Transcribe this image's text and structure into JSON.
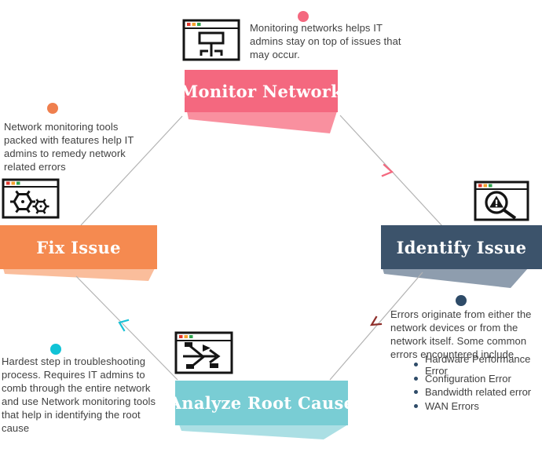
{
  "colors": {
    "connector_line": "#b3b3b3",
    "body_text": "#3f3f3f",
    "window_dot_red": "#e2372b",
    "window_dot_orange": "#f6a12d",
    "window_dot_green": "#2fa44f",
    "arrow_monitor_to_identify": "#f4687f",
    "arrow_identify_to_analyze": "#8f2f2b",
    "arrow_analyze_to_fix": "#19c2d6"
  },
  "stages": [
    {
      "label": "Monitor Network",
      "banner_color": "#f4687f",
      "fold_color": "#f9909f",
      "dot_color": "#f4687f",
      "icon": "network-map-window-icon",
      "note": "Monitoring networks helps IT admins stay on top of issues that may occur."
    },
    {
      "label": "Identify Issue",
      "banner_color": "#3c536b",
      "fold_color": "#8e9dae",
      "dot_color": "#2e4b68",
      "icon": "magnifier-warning-window-icon",
      "note": "Errors originate from either the network devices or from the network itself. Some common errors encountered include",
      "bullets": [
        "Hardware Performance Error",
        "Configuration Error",
        "Bandwidth related error",
        "WAN Errors"
      ]
    },
    {
      "label": "Analyze Root Cause",
      "banner_color": "#79cdd4",
      "fold_color": "#abdfe4",
      "dot_color": "#10c3d6",
      "icon": "fishbone-window-icon",
      "note": "Hardest step in troubleshooting process. Requires IT admins to comb through the entire network and use Network monitoring tools that help in identifying the root cause"
    },
    {
      "label": "Fix Issue",
      "banner_color": "#f58a50",
      "fold_color": "#fabd9b",
      "dot_color": "#ef7f4e",
      "icon": "gears-window-icon",
      "note": "Network monitoring tools packed with features help IT admins to remedy network related errors"
    }
  ]
}
